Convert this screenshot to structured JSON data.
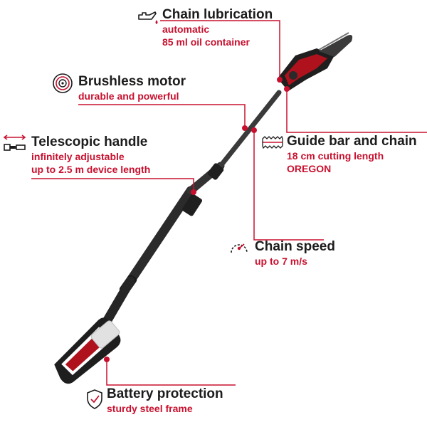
{
  "callouts": {
    "chain_lubrication": {
      "title": "Chain lubrication",
      "lines": [
        "automatic",
        "85 ml oil container"
      ],
      "icon": "oil-can-icon"
    },
    "brushless_motor": {
      "title": "Brushless motor",
      "lines": [
        "durable and powerful"
      ],
      "icon": "motor-icon"
    },
    "telescopic_handle": {
      "title": "Telescopic handle",
      "lines": [
        "infinitely adjustable",
        "up to 2.5 m device length"
      ],
      "icon": "telescope-arrow-icon"
    },
    "guide_bar": {
      "title": "Guide bar and chain",
      "lines": [
        "18 cm cutting length",
        "OREGON"
      ],
      "icon": "saw-chain-icon"
    },
    "chain_speed": {
      "title": "Chain speed",
      "lines": [
        "up to 7 m/s"
      ],
      "icon": "speed-dial-icon"
    },
    "battery_protection": {
      "title": "Battery protection",
      "lines": [
        "sturdy steel frame"
      ],
      "icon": "shield-check-icon"
    }
  },
  "colors": {
    "accent": "#c8102e",
    "text": "#1c1c1c",
    "tool_dark": "#2a2a2a",
    "tool_red": "#b0121d"
  }
}
